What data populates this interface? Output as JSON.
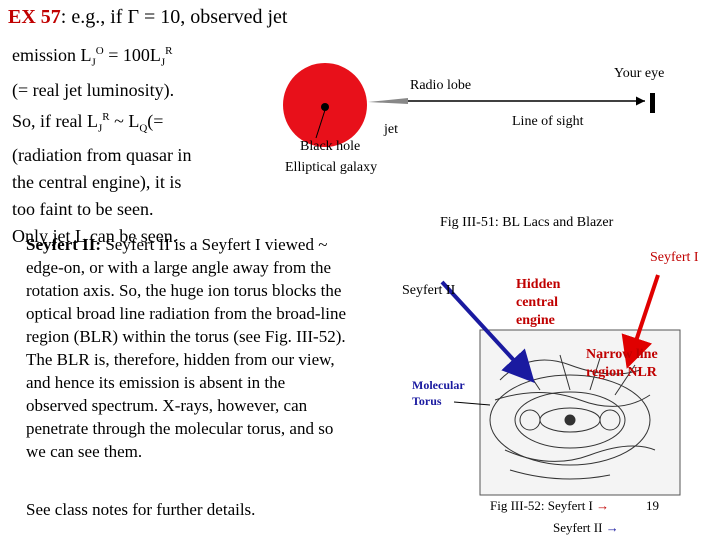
{
  "title": {
    "ex": "EX 57",
    "rest": ": e.g., if Γ = 10, observed jet"
  },
  "left_text": {
    "line1_pre": "emission L",
    "line1_sub1": "J",
    "line1_sup1": "O",
    "line1_mid": " = 100L",
    "line1_sub2": "J",
    "line1_sup2": "R",
    "line2": "(= real jet luminosity).",
    "line3_pre": "So, if real L",
    "line3_sub1": "J",
    "line3_sup1": "R",
    "line3_mid": " ~ L",
    "line3_sub2": "Q",
    "line3_post": "(=",
    "line4": "(radiation from quasar in",
    "line5": "the central engine), it is",
    "line6": "too faint to be seen.",
    "line7": "Only jet L can be seen."
  },
  "top_diagram": {
    "radio_lobe": "Radio lobe",
    "your_eye": "Your eye",
    "line_of_sight": "Line of sight",
    "jet": "jet",
    "black_hole": "Black hole",
    "elliptical_galaxy": "Elliptical galaxy",
    "caption": "Fig III-51: BL Lacs and Blazer"
  },
  "seyfert_text": {
    "bold": "Seyfert II:",
    "line1_rest": " Seyfert II is a Seyfert I viewed ~",
    "line2": "edge-on, or with a large angle away from the",
    "line3": "rotation axis. So, the huge ion torus blocks the",
    "line4": "optical broad line radiation from the broad-line",
    "line5": "region (BLR) within the torus (see Fig. III-52).",
    "line6": "The BLR is, therefore, hidden from our view,",
    "line7": "and hence its emission is absent in the",
    "line8": "observed spectrum. X-rays, however, can",
    "line9": "penetrate through the molecular torus, and so",
    "line10": "we can see them.",
    "footer": "See class notes for further details."
  },
  "bottom_diagram": {
    "seyfert_i": "Seyfert I",
    "seyfert_ii": "Seyfert II",
    "hidden_engine_1": "Hidden",
    "hidden_engine_2": "central",
    "hidden_engine_3": "engine",
    "narrow_line_1": "Narrow line",
    "narrow_line_2": "region NLR",
    "molecular_1": "Molecular",
    "molecular_2": "Torus",
    "caption1": "Fig III-52: Seyfert I",
    "caption2": "Seyfert II",
    "arrow_glyph": "→",
    "page_number": "19"
  },
  "colors": {
    "title_red": "#c00000",
    "arrow_red": "#e00000",
    "arrow_blue": "#1a1aa0",
    "lobe_red": "#e8101a"
  }
}
